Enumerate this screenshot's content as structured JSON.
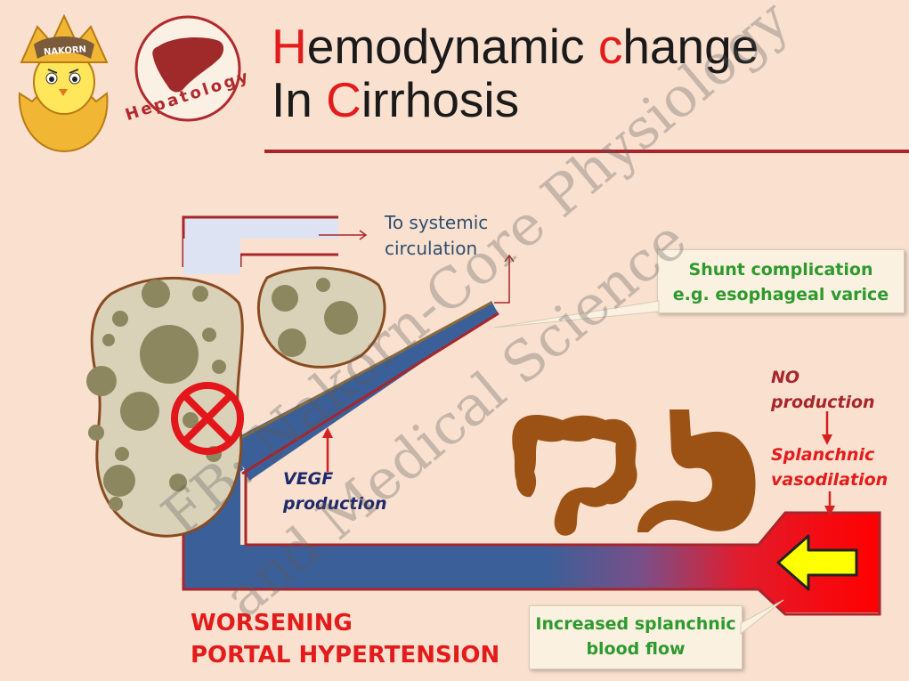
{
  "title": {
    "line1": [
      {
        "text": "H",
        "accent": true
      },
      {
        "text": "emodynamic ",
        "accent": false
      },
      {
        "text": "c",
        "accent": true
      },
      {
        "text": "hange",
        "accent": false
      }
    ],
    "line2": [
      {
        "text": "In ",
        "accent": false
      },
      {
        "text": "C",
        "accent": true
      },
      {
        "text": "irrhosis",
        "accent": false
      }
    ]
  },
  "logos": {
    "chick_text": "NAKORN",
    "hepatology_text": "Hepatology"
  },
  "labels": {
    "to_systemic": "To systemic\ncirculation",
    "shunt": "Shunt complication\ne.g. esophageal varice",
    "no_production": "NO\nproduction",
    "splanchnic_vasodilation": "Splanchnic\nvasodilation",
    "vegf": "VEGF\nproduction",
    "worsening": "WORSENING\nPORTAL HYPERTENSION",
    "increased_flow": "Increased splanchnic\nblood flow"
  },
  "watermark": {
    "line1": "FB: Nakorn-Core Physiology",
    "line2": "and Medical Science"
  },
  "colors": {
    "accent_red": "#e31b1b",
    "dark_red": "#a8262b",
    "vein_blue": "#3b5f98",
    "green_text": "#2e9a2e",
    "liver_fill": "#d9d2b8",
    "liver_nodule": "#8d8760",
    "gut_brown": "#9b5214",
    "arrow_yellow": "#ffff00"
  }
}
